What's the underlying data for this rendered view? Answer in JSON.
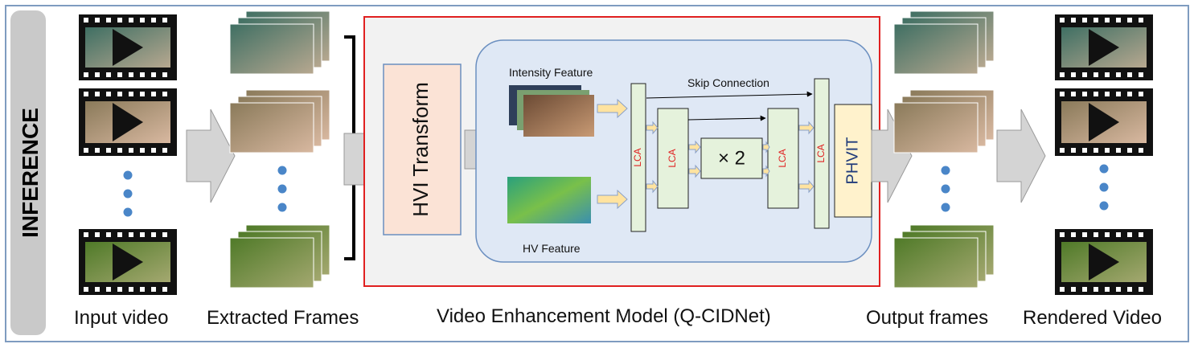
{
  "side_label": "INFERENCE",
  "captions": {
    "input_video": "Input video",
    "extracted_frames": "Extracted Frames",
    "model": "Video Enhancement Model (Q-CIDNet)",
    "output_frames": "Output frames",
    "rendered_video": "Rendered Video"
  },
  "model": {
    "hvi_transform": "HVI Transform",
    "intensity_feature": "Intensity Feature",
    "hv_feature": "HV Feature",
    "skip_connection": "Skip Connection",
    "lca": "LCA",
    "repeat": "× 2",
    "phvit": "PHVIT"
  },
  "colors": {
    "outer_border": "#7f9cc0",
    "model_border": "#e02020",
    "model_fill": "#f2f2f2",
    "panel_fill": "#dfe8f5",
    "panel_border": "#6b8fc0",
    "hvi_fill": "#fbe3d6",
    "lca_fill": "#e5f2dc",
    "phvit_fill": "#fff2cc",
    "lca_text": "#e02020",
    "arrow_fill": "#d4d4d4",
    "small_arrow": "#ffe3a0",
    "dot": "#4a86c8"
  }
}
